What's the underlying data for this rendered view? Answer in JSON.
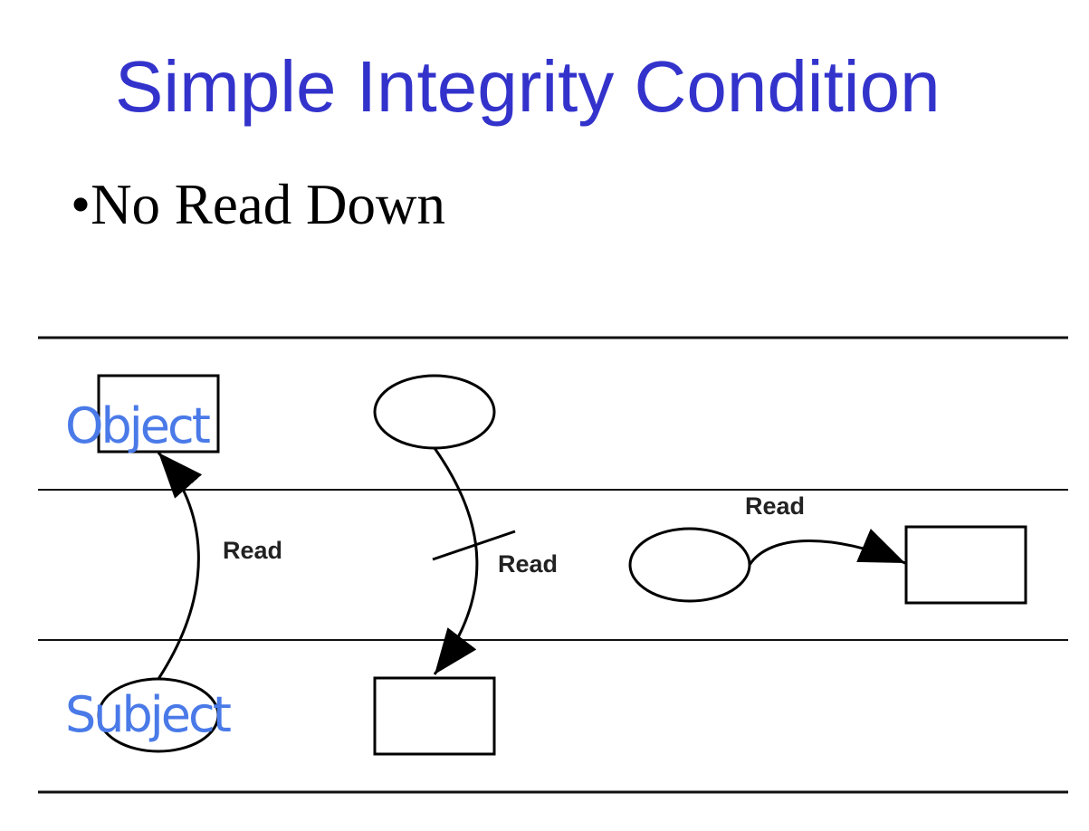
{
  "title": "Simple Integrity Condition",
  "bullet": {
    "marker": "•",
    "text": "No Read Down"
  },
  "diagram": {
    "labels": {
      "object": "Object",
      "subject": "Subject"
    },
    "arrows": {
      "up_read": "Read",
      "down_read": "Read",
      "same_level_read": "Read"
    }
  }
}
